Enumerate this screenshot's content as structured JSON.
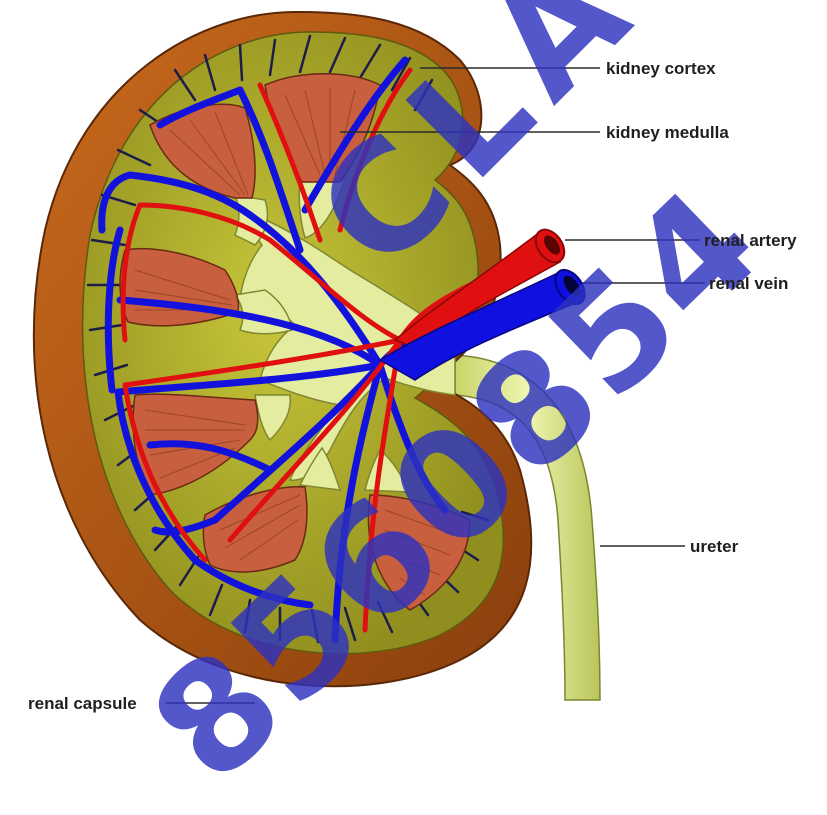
{
  "labels": {
    "cortex": "kidney cortex",
    "medulla": "kidney medulla",
    "artery": "renal artery",
    "vein": "renal vein",
    "ureter": "ureter",
    "capsule": "renal capsule"
  },
  "watermark": {
    "word": "CLASS",
    "number": "8560854"
  },
  "colors": {
    "capsule": "#b45a14",
    "cortex": "#a9a829",
    "medulla": "#c9603f",
    "pelvis": "#e7efa3",
    "artery": "#e01010",
    "vein": "#1010e0",
    "watermark": "#2d32be"
  }
}
